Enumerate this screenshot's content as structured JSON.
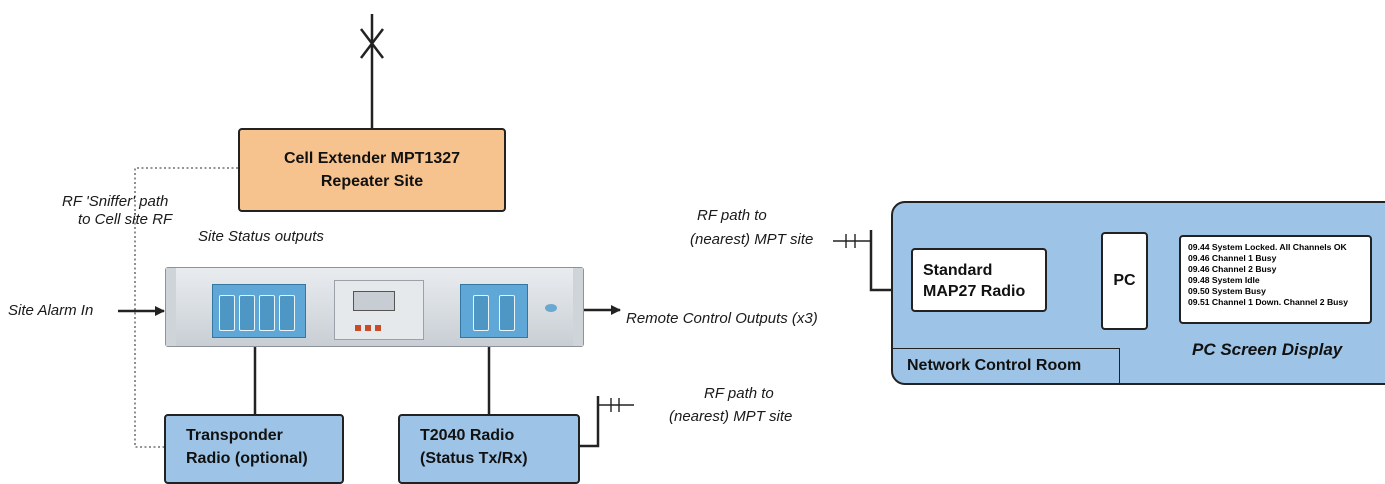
{
  "colors": {
    "cell_box": "#f6c38f",
    "radio_box": "#9dc4e6",
    "panel_port": "#5fa7d6",
    "line": "#222222"
  },
  "cell_extender": {
    "line1": "Cell Extender MPT1327",
    "line2": "Repeater Site"
  },
  "labels": {
    "sniffer_line1": "RF 'Sniffer' path",
    "sniffer_line2": "to Cell site RF",
    "site_status": "Site Status outputs",
    "site_alarm": "Site Alarm In",
    "remote_control": "Remote Control Outputs (x3)",
    "rf_path_left_line1": "RF path to",
    "rf_path_left_line2": "(nearest) MPT site",
    "rf_path_right_line1": "RF path to",
    "rf_path_right_line2": "(nearest) MPT site"
  },
  "transponder": {
    "line1": "Transponder",
    "line2": "Radio (optional)"
  },
  "t2040": {
    "line1": "T2040 Radio",
    "line2": "(Status Tx/Rx)"
  },
  "network_control_room": {
    "title": "Network Control Room",
    "map27_line1": "Standard",
    "map27_line2": "MAP27 Radio",
    "pc": "PC",
    "screen_title": "PC Screen Display",
    "screen_lines": [
      "09.44 System Locked. All Channels OK",
      "09.46 Channel 1 Busy",
      "09.46 Channel 2 Busy",
      "09.48 System Idle",
      "09.50 System Busy",
      "09.51 Channel 1 Down. Channel 2 Busy"
    ]
  }
}
